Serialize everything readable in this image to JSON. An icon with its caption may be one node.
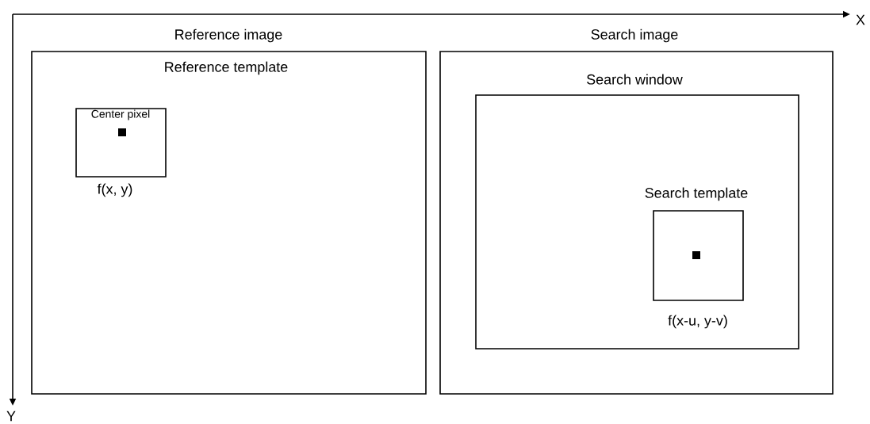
{
  "diagram": {
    "nodes": [
      {
        "text": [
          "Reference image",
          "Reference template"
        ]
      },
      {
        "text": [
          "Center pixel"
        ],
        "in": 0,
        "beside": [
          "f(x, y)"
        ]
      },
      {
        "text": [
          "Search image"
        ]
      },
      {
        "text": [
          "Search window"
        ],
        "in": 2
      },
      {
        "text": [
          "Search template"
        ],
        "in": 3,
        "beside": [
          "f(x-u, y-v)"
        ]
      }
    ],
    "edges": [],
    "labels": [
      "X",
      "Y"
    ]
  }
}
